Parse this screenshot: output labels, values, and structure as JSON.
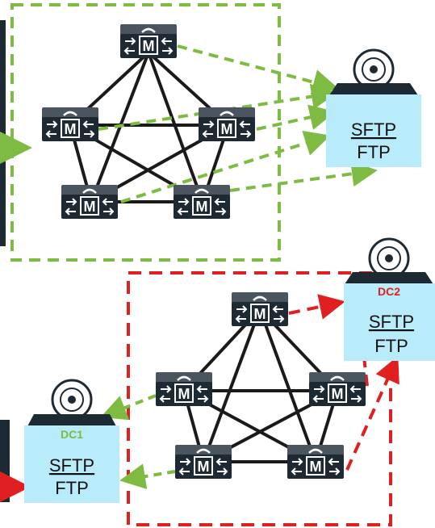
{
  "colors": {
    "green": "#7dbb42",
    "red": "#e02020",
    "mesh": "#1a1a1a",
    "node_body": "#1e2a33",
    "node_top": "#4a5560",
    "server_face": "#b9ecfa",
    "server_cap": "#1e2a33",
    "dc1_text": "#7dbb42",
    "dc2_text": "#e02020"
  },
  "icons": {
    "node": "mediation-node-icon",
    "server": "ftp-server-icon"
  },
  "node_glyph": "M",
  "server_top": {
    "line1": "SFTP",
    "line2": "FTP"
  },
  "server_dc1": {
    "tag": "DC1",
    "line1": "SFTP",
    "line2": "FTP"
  },
  "server_dc2": {
    "tag": "DC2",
    "line1": "SFTP",
    "line2": "FTP"
  }
}
